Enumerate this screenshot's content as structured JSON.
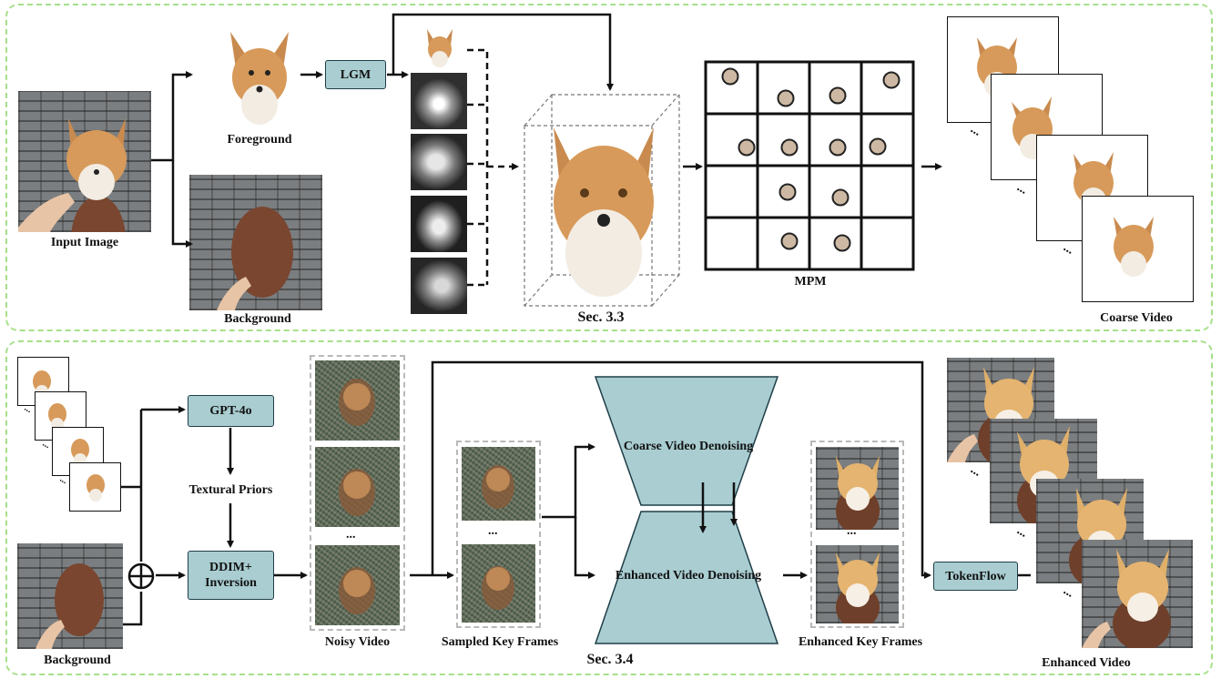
{
  "top": {
    "input_label": "Input Image",
    "foreground_label": "Foreground",
    "background_label": "Background",
    "lgm_label": "LGM",
    "section_label": "Sec. 3.3",
    "mpm_label": "MPM",
    "coarse_video_label": "Coarse Video",
    "ellipsis": "..."
  },
  "bottom": {
    "background_label": "Background",
    "gpt_label": "GPT-4o",
    "textural_priors_label": "Textural Priors",
    "ddim_label": "DDIM+\nInversion",
    "noisy_video_label": "Noisy Video",
    "sampled_key_frames_label": "Sampled Key Frames",
    "section_label": "Sec. 3.4",
    "coarse_denoising_label": "Coarse Video Denoising",
    "enhanced_denoising_label": "Enhanced Video Denoising",
    "enhanced_key_frames_label": "Enhanced Key Frames",
    "tokenflow_label": "TokenFlow",
    "enhanced_video_label": "Enhanced Video",
    "ellipsis": "..."
  },
  "colors": {
    "panel_border": "#a6e08a",
    "module_fill": "#a9cdd1",
    "module_stroke": "#1f3e48",
    "particle_fill": "#cdb9a3",
    "fox_orange": "#d79a5a"
  },
  "icons": [
    "fox-head-icon",
    "depth-map-icon",
    "particle-icon",
    "plus-circle-icon",
    "hourglass-unet-icon"
  ]
}
